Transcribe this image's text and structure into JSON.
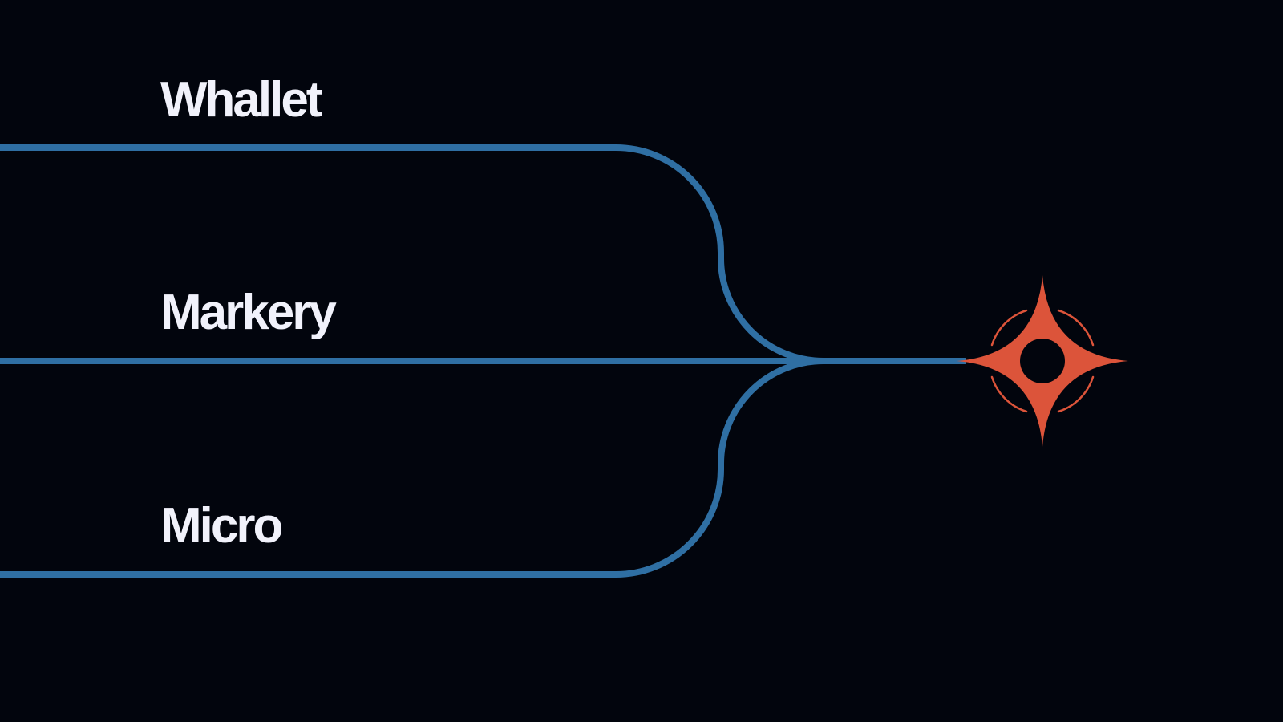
{
  "sources": [
    {
      "label": "Whallet"
    },
    {
      "label": "Markery"
    },
    {
      "label": "Micro"
    }
  ],
  "target": {
    "icon": "compass-star-icon"
  },
  "colors": {
    "background": "#02050d",
    "text": "#f1f2fb",
    "line": "#2f6fa3",
    "accent": "#dc543a"
  }
}
